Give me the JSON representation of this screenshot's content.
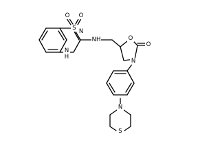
{
  "molecule": {
    "atoms": {
      "o_s1": "O",
      "o_s2": "O",
      "s": "S",
      "n_ring": "N",
      "nh_ring_n": "N",
      "nh_ring_h": "H",
      "nh_link": "NH",
      "o_ring": "O",
      "o_carbonyl": "O",
      "n_oxaz": "N",
      "n_thiomorph": "N",
      "s_thiomorph": "S"
    }
  }
}
